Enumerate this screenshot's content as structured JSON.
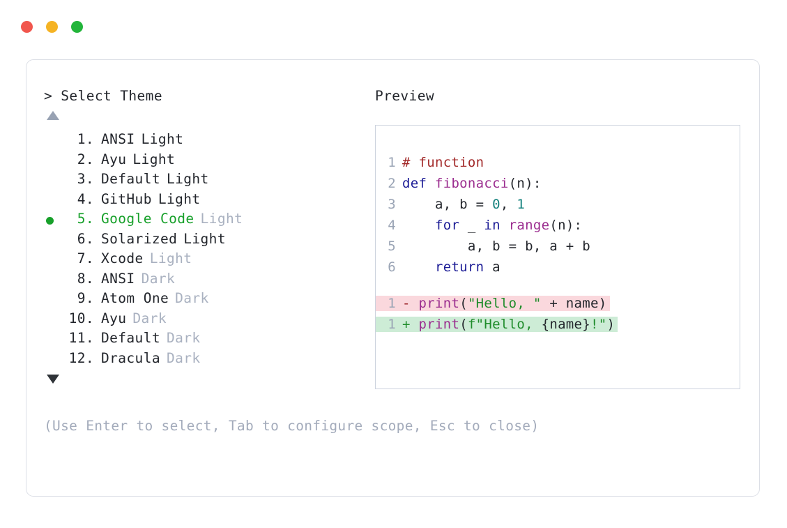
{
  "window": {
    "controls": [
      {
        "name": "close",
        "color": "#f1564d"
      },
      {
        "name": "minimize",
        "color": "#f5b324"
      },
      {
        "name": "maximize",
        "color": "#22b53a"
      }
    ]
  },
  "picker": {
    "prompt": "> Select Theme",
    "scroll_up_indicator": "▲",
    "scroll_down_indicator": "▼",
    "selected_index": 5,
    "selected_bullet": "●",
    "items": [
      {
        "index": "1.",
        "name": "ANSI",
        "variant": "Light",
        "selected": false,
        "variant_muted": false
      },
      {
        "index": "2.",
        "name": "Ayu",
        "variant": "Light",
        "selected": false,
        "variant_muted": false
      },
      {
        "index": "3.",
        "name": "Default",
        "variant": "Light",
        "selected": false,
        "variant_muted": false
      },
      {
        "index": "4.",
        "name": "GitHub",
        "variant": "Light",
        "selected": false,
        "variant_muted": false
      },
      {
        "index": "5.",
        "name": "Google Code",
        "variant": "Light",
        "selected": true,
        "variant_muted": true
      },
      {
        "index": "6.",
        "name": "Solarized",
        "variant": "Light",
        "selected": false,
        "variant_muted": false
      },
      {
        "index": "7.",
        "name": "Xcode",
        "variant": "Light",
        "selected": false,
        "variant_muted": true
      },
      {
        "index": "8.",
        "name": "ANSI",
        "variant": "Dark",
        "selected": false,
        "variant_muted": true
      },
      {
        "index": "9.",
        "name": "Atom One",
        "variant": "Dark",
        "selected": false,
        "variant_muted": true
      },
      {
        "index": "10.",
        "name": "Ayu",
        "variant": "Dark",
        "selected": false,
        "variant_muted": true
      },
      {
        "index": "11.",
        "name": "Default",
        "variant": "Dark",
        "selected": false,
        "variant_muted": true
      },
      {
        "index": "12.",
        "name": "Dracula",
        "variant": "Dark",
        "selected": false,
        "variant_muted": true
      }
    ]
  },
  "hint": "(Use Enter to select, Tab to configure scope, Esc to close)",
  "preview": {
    "title": "Preview",
    "code_lines": [
      {
        "ln": "1",
        "tokens": [
          {
            "t": "# function",
            "c": "t-comment"
          }
        ]
      },
      {
        "ln": "2",
        "tokens": [
          {
            "t": "def ",
            "c": "t-kw"
          },
          {
            "t": "fibonacci",
            "c": "t-fn"
          },
          {
            "t": "(n):",
            "c": "t-punct"
          }
        ]
      },
      {
        "ln": "3",
        "tokens": [
          {
            "t": "    a, b = ",
            "c": "t-plain"
          },
          {
            "t": "0",
            "c": "t-num"
          },
          {
            "t": ", ",
            "c": "t-plain"
          },
          {
            "t": "1",
            "c": "t-num"
          }
        ]
      },
      {
        "ln": "4",
        "tokens": [
          {
            "t": "    ",
            "c": "t-plain"
          },
          {
            "t": "for",
            "c": "t-kw"
          },
          {
            "t": " _ ",
            "c": "t-plain"
          },
          {
            "t": "in",
            "c": "t-kw"
          },
          {
            "t": " ",
            "c": "t-plain"
          },
          {
            "t": "range",
            "c": "t-fn"
          },
          {
            "t": "(n):",
            "c": "t-punct"
          }
        ]
      },
      {
        "ln": "5",
        "tokens": [
          {
            "t": "        a, b = b, a + b",
            "c": "t-plain"
          }
        ]
      },
      {
        "ln": "6",
        "tokens": [
          {
            "t": "    ",
            "c": "t-plain"
          },
          {
            "t": "return",
            "c": "t-kw"
          },
          {
            "t": " a",
            "c": "t-plain"
          }
        ]
      }
    ],
    "diff_lines": [
      {
        "ln": "1",
        "kind": "del",
        "marker": "- ",
        "tokens": [
          {
            "t": "print",
            "c": "t-fn"
          },
          {
            "t": "(",
            "c": "t-punct"
          },
          {
            "t": "\"Hello, \"",
            "c": "t-str"
          },
          {
            "t": " + name)",
            "c": "t-plain"
          }
        ]
      },
      {
        "ln": "1",
        "kind": "add",
        "marker": "+ ",
        "tokens": [
          {
            "t": "print",
            "c": "t-fn"
          },
          {
            "t": "(",
            "c": "t-punct"
          },
          {
            "t": "f\"Hello, ",
            "c": "t-str"
          },
          {
            "t": "{name}",
            "c": "t-plain"
          },
          {
            "t": "!\"",
            "c": "t-str"
          },
          {
            "t": ")",
            "c": "t-punct"
          }
        ]
      }
    ]
  },
  "colors": {
    "accent_green": "#17a02a",
    "muted": "#a9b1c0",
    "card_border": "#dcdfe6",
    "panel_border": "#ccd3de",
    "diff_del_bg": "#fad8dd",
    "diff_add_bg": "#cdecd6"
  }
}
